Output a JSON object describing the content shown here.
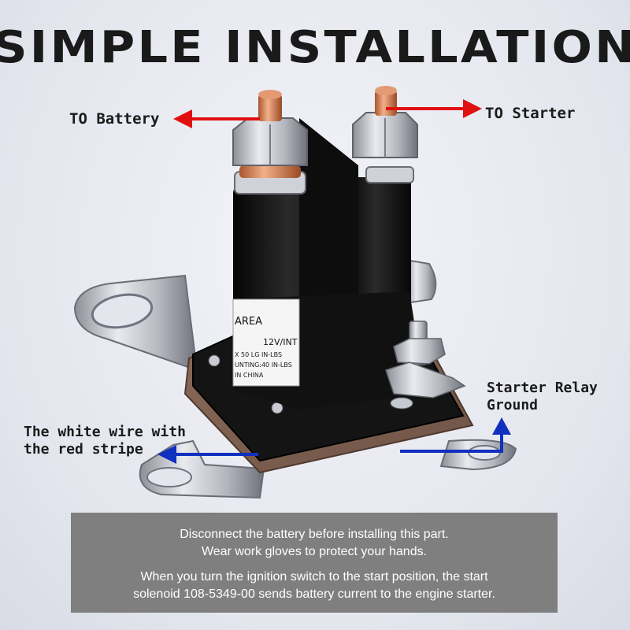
{
  "title": "SIMPLE INSTALLATION",
  "labels": {
    "battery": "TO Battery",
    "starter": "TO Starter",
    "relay_line1": "Starter Relay",
    "relay_line2": "Ground",
    "white_wire_line1": "The white wire with",
    "white_wire_line2": "the red stripe"
  },
  "product_label": {
    "brand_fragment": "AREA",
    "voltage": "12V/INT",
    "line2": "X  50 LG  IN-LBS",
    "line3": "UNTING:40  IN-LBS",
    "line4": "IN CHINA"
  },
  "note": {
    "line1": "Disconnect the battery before installing this part.",
    "line2": "Wear work gloves to protect your hands.",
    "line3": "When you turn the ignition switch to the start position, the start",
    "line4": "solenoid 108-5349-00 sends battery current to the engine starter."
  },
  "colors": {
    "arrow_red": "#e01010",
    "arrow_blue": "#1030c0",
    "note_bg": "#7f7f7f",
    "solenoid_body": "#111111"
  }
}
